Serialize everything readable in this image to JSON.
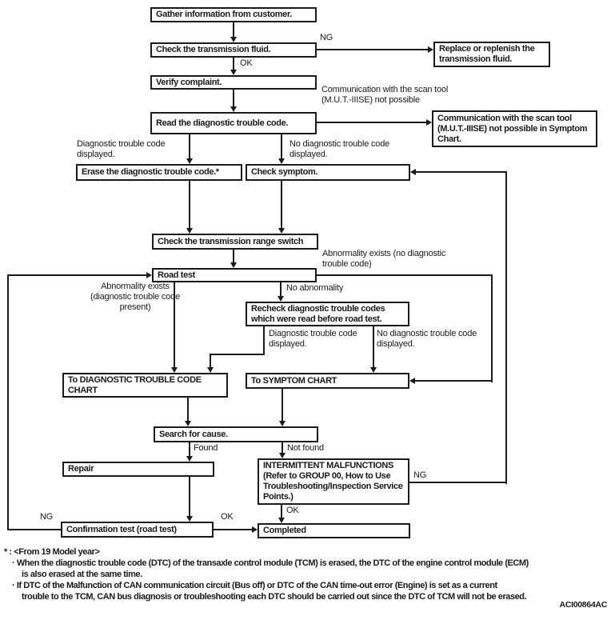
{
  "colors": {
    "line": "#1a1a1a",
    "background": "#ffffff",
    "text": "#1a1a1a"
  },
  "flowchart": {
    "nodes": {
      "gather": "Gather information from customer.",
      "check_fluid": "Check the transmission fluid.",
      "replace_fluid": "Replace or replenish the transmission fluid.",
      "verify": "Verify complaint.",
      "read_dtc": "Read the diagnostic trouble code.",
      "comm_not_possible": "Communication with the scan tool (M.U.T.-IIISE) not possible in Symptom Chart.",
      "erase_dtc": "Erase the diagnostic trouble code.*",
      "check_symptom": "Check symptom.",
      "range_switch": "Check the transmission range switch",
      "road_test": "Road test",
      "recheck": "Recheck diagnostic trouble codes which were read before road test.",
      "to_dtc_chart": "To DIAGNOSTIC TROUBLE CODE CHART",
      "to_symptom_chart": "To SYMPTOM CHART",
      "search_cause": "Search for cause.",
      "repair": "Repair",
      "intermittent": "INTERMITTENT MALFUNCTIONS (Refer to GROUP 00, How to Use Troubleshooting/Inspection Service Points.)",
      "confirmation": "Confirmation test (road test)",
      "completed": "Completed"
    },
    "labels": {
      "ng_fluid": "NG",
      "ok_fluid": "OK",
      "comm_scan": "Communication with the scan tool (M.U.T.-IIISE) not possible",
      "dtc_displayed_1": "Diagnostic trouble code displayed.",
      "no_dtc_displayed_1": "No diagnostic trouble code displayed.",
      "abnormality_no_dtc": "Abnormality exists (no diagnostic trouble code)",
      "abnormality_dtc_present": "Abnormality exists (diagnostic trouble code present)",
      "no_abnormality": "No abnormality",
      "dtc_displayed_2": "Diagnostic trouble code displayed.",
      "no_dtc_displayed_2": "No diagnostic trouble code displayed.",
      "found": "Found",
      "not_found": "Not found",
      "ng_intermittent": "NG",
      "ok_intermittent": "OK",
      "ng_confirmation": "NG",
      "ok_confirmation": "OK"
    }
  },
  "footnote": {
    "header": "* : <From 19 Model year>",
    "line1": "· When the diagnostic trouble code (DTC) of the transaxle control module (TCM) is erased, the DTC of the engine control module (ECM)",
    "line2": "is also erased at the same time.",
    "line3": "· If DTC of the Malfunction of CAN communication circuit (Bus off) or DTC of the CAN time-out error (Engine) is set as a current",
    "line4": "trouble to the TCM, CAN bus diagnosis or troubleshooting each DTC should be carried out since the DTC of TCM will not be erased."
  },
  "figure_code": "ACI00864AC"
}
